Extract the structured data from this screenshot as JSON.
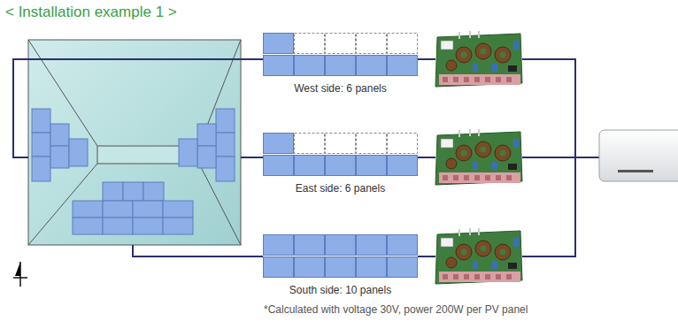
{
  "diagram": {
    "title": "< Installation example 1 >",
    "nodes": [
      {
        "text": [
          "West side: 6 panels"
        ]
      },
      {
        "text": [
          "East side: 6 panels"
        ]
      },
      {
        "text": [
          "South side: 10 panels"
        ]
      }
    ],
    "labels": [
      "*Calculated with voltage 30V, power 200W per PV panel"
    ]
  }
}
